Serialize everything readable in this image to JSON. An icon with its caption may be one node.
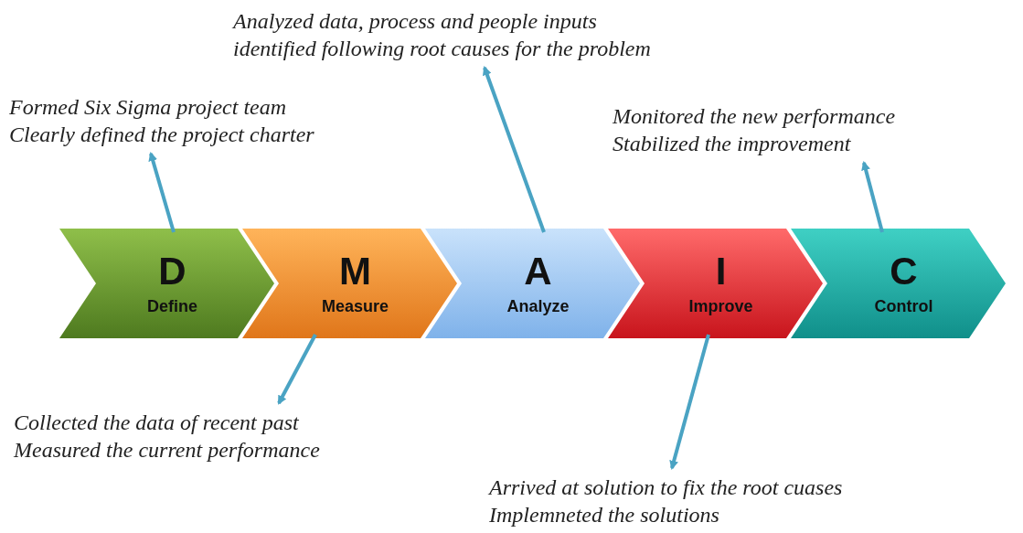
{
  "diagram": {
    "nodes": [
      {
        "text": [
          "D",
          "Define"
        ]
      },
      {
        "text": [
          "M",
          "Measure"
        ]
      },
      {
        "text": [
          "A",
          "Analyze"
        ]
      },
      {
        "text": [
          "I",
          "Improve"
        ]
      },
      {
        "text": [
          "C",
          "Control"
        ]
      },
      {
        "text": [
          "Formed Six Sigma project team",
          "Clearly defined the project charter"
        ]
      },
      {
        "text": [
          "Collected the data of recent past",
          "Measured the current performance"
        ]
      },
      {
        "text": [
          "Analyzed data, process and people inputs",
          "identified following root causes for the problem"
        ]
      },
      {
        "text": [
          "Arrived at solution to fix the root cuases",
          "Implemneted the solutions"
        ]
      },
      {
        "text": [
          "Monitored the new performance",
          "Stabilized the improvement"
        ]
      }
    ],
    "edges": [
      {
        "from": 0,
        "to": 5,
        "arrow": "to"
      },
      {
        "from": 1,
        "to": 6,
        "arrow": "to"
      },
      {
        "from": 2,
        "to": 7,
        "arrow": "to"
      },
      {
        "from": 3,
        "to": 8,
        "arrow": "to"
      },
      {
        "from": 4,
        "to": 9,
        "arrow": "to"
      }
    ]
  }
}
